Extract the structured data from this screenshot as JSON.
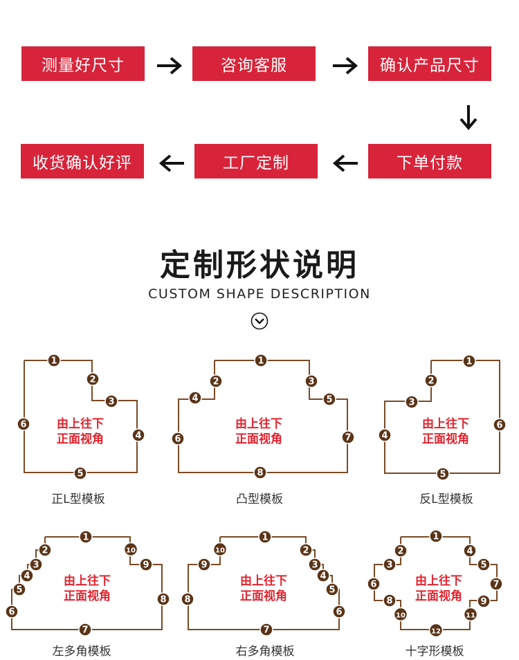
{
  "process": {
    "steps": [
      "测量好尺寸",
      "咨询客服",
      "确认产品尺寸",
      "下单付款",
      "工厂定制",
      "收货确认好评"
    ]
  },
  "section": {
    "title": "定制形状说明",
    "subtitle": "CUSTOM SHAPE DESCRIPTION"
  },
  "shapes": [
    {
      "name": "正L型模板",
      "label_line1": "由上往下",
      "label_line2": "正面视角",
      "points": [
        "1",
        "2",
        "3",
        "4",
        "5",
        "6"
      ]
    },
    {
      "name": "凸型模板",
      "label_line1": "由上往下",
      "label_line2": "正面视角",
      "points": [
        "1",
        "2",
        "3",
        "4",
        "5",
        "6",
        "7",
        "8"
      ]
    },
    {
      "name": "反L型模板",
      "label_line1": "由上往下",
      "label_line2": "正面视角",
      "points": [
        "1",
        "2",
        "3",
        "4",
        "5",
        "6"
      ]
    },
    {
      "name": "左多角模板",
      "label_line1": "由上往下",
      "label_line2": "正面视角",
      "points": [
        "1",
        "2",
        "3",
        "4",
        "5",
        "6",
        "7",
        "8",
        "9",
        "10"
      ]
    },
    {
      "name": "右多角模板",
      "label_line1": "由上往下",
      "label_line2": "正面视角",
      "points": [
        "1",
        "2",
        "3",
        "4",
        "5",
        "6",
        "7",
        "8",
        "9",
        "10"
      ]
    },
    {
      "name": "十字形模板",
      "label_line1": "由上往下",
      "label_line2": "正面视角",
      "points": [
        "1",
        "2",
        "3",
        "4",
        "5",
        "6",
        "7",
        "8",
        "9",
        "10",
        "11",
        "12"
      ]
    }
  ],
  "colors": {
    "step_bg": "#d7243a",
    "outline": "#7a4a24",
    "badge": "#5a3418",
    "label": "#e2232e"
  }
}
